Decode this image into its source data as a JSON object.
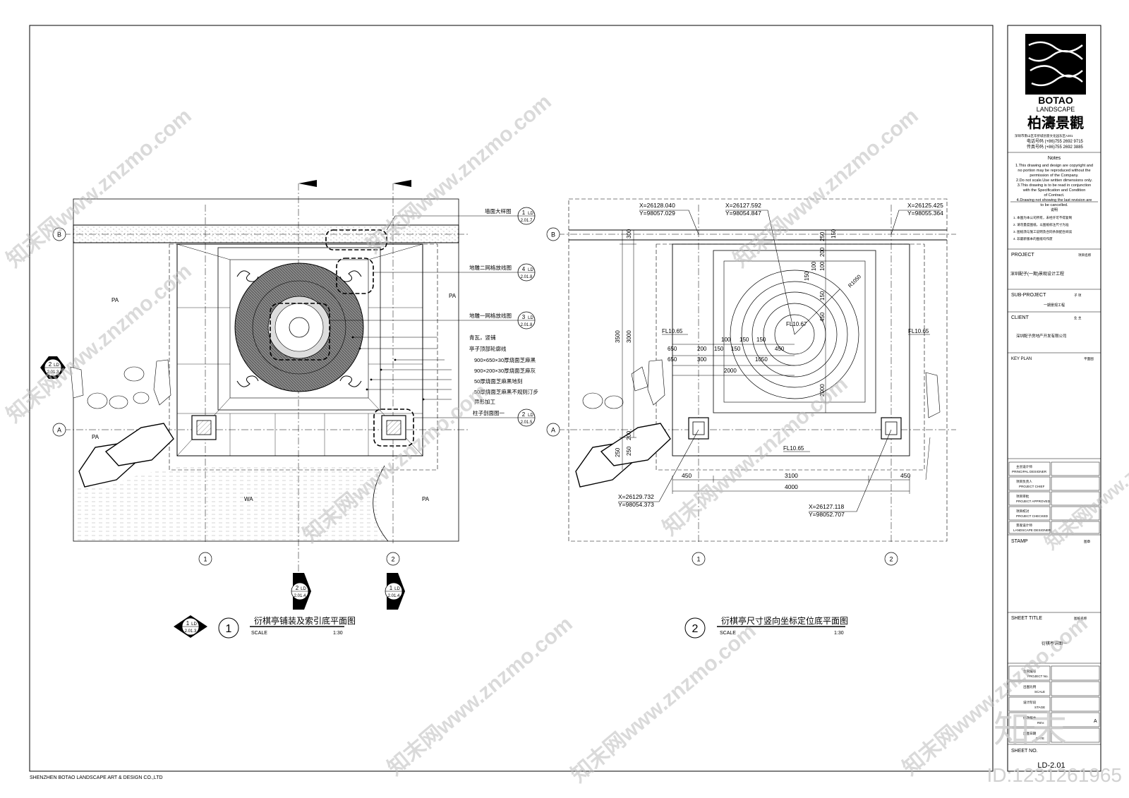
{
  "company_footer": "SHENZHEN BOTAO LANDSCAPE  ART & DESIGN CO.,LTD",
  "watermark": {
    "text": "知末网www.znzmo.com",
    "id_text": "ID:1231261965",
    "brand_glyphs": "知末"
  },
  "logo": {
    "line1": "BOTAO",
    "line2": "LANDSCAPE",
    "cn": "柏濤景觀",
    "address": "深圳市南山区华侨城创意文化园东区A301",
    "tel": "电话号码 (+86)755 2692 9715",
    "fax": "传真号码 (+86)755 2692 3885"
  },
  "notes": {
    "title": "Notes",
    "lines": [
      "1.This drawing and design are copyright and",
      "no portion may be reproduced without the",
      "permission of the Company.",
      "2.Do not scale.Use written dimensions only.",
      "3.This drawing is to be read in conjunction",
      "with the Specification and Condition",
      "of Contract.",
      "4.Drawing not showing the last revision are",
      "to be cancelled."
    ],
    "cn_title": "说明",
    "cn_lines": [
      "1. 本图为本公司所有，未经许可不得复制",
      "2. 请勿量度图纸，以图纸标注尺寸为准",
      "3. 图纸须与施工说明及合同条款配合阅读",
      "4. 非最新版本的图纸均作废"
    ]
  },
  "title_block": {
    "project_label": "PROJECT",
    "project_cn_label": "项目名称",
    "project_value": "深圳配子(一期)景观设计工程",
    "subproject_label": "SUB-PROJECT",
    "subproject_cn_label": "子 项",
    "subproject_value": "一期景观工程",
    "client_label": "CLIENT",
    "client_cn_label": "业 主",
    "client_value": "深圳配子房地产开发有限公司",
    "keyplan_label": "KEY PLAN",
    "keyplan_cn_label": "平面图",
    "signoffs": [
      {
        "cn": "主创设计师",
        "en": "PRINCIPAL DESIGNER"
      },
      {
        "cn": "项目负责人",
        "en": "PROJECT CHIEF"
      },
      {
        "cn": "项目审批",
        "en": "PROJECT APPROVED"
      },
      {
        "cn": "项目校对",
        "en": "PROJECT CHECKED"
      },
      {
        "cn": "景观设计师",
        "en": "LANDSCAPE DESIGNER"
      }
    ],
    "stamp_label": "STAMP",
    "stamp_cn_label": "图章",
    "sheet_title_label": "SHEET TITLE",
    "sheet_title_cn_label": "图纸名称",
    "sheet_title_value": "衍棋亭详图一",
    "info_rows": [
      {
        "cn": "合同编号",
        "en": "PROJECT No.",
        "value": ""
      },
      {
        "cn": "出图比例",
        "en": "SCALE",
        "value": ""
      },
      {
        "cn": "设计阶段",
        "en": "STAGE",
        "value": ""
      },
      {
        "cn": "修改版本",
        "en": "REV.",
        "value": "A"
      },
      {
        "cn": "出图日期",
        "en": "DATE",
        "value": ""
      }
    ],
    "sheet_no_label": "SHEET NO.",
    "sheet_no_value": "LD-2.01"
  },
  "plan1": {
    "grid_b": "B",
    "grid_a": "A",
    "grid_1": "1",
    "grid_2": "2",
    "zone_pa_1": "PA",
    "zone_pa_2": "PA",
    "zone_pa_3": "PA",
    "zone_wa": "WA",
    "callouts": [
      {
        "text": "墙面大样图",
        "num": "1",
        "sheet": "2.01.7"
      },
      {
        "text": "地雕二网格放线图",
        "num": "4",
        "sheet": "2.01.8"
      },
      {
        "text": "地雕一网格放线图",
        "num": "3",
        "sheet": "2.01.8"
      },
      {
        "text": "柱子剖面图一",
        "num": "2",
        "sheet": "2.01.5"
      }
    ],
    "material_labels": [
      "青瓦，竖铺",
      "亭子顶部轮廓线",
      "900×650×30厚烧面芝麻黑",
      "900×200×30厚烧面芝麻灰",
      "50厚烧面芝麻黑地刻",
      "50厚烧面芝麻黑不规则汀步",
      "异形加工"
    ],
    "section_left": {
      "num": "2",
      "sheet": "2.01.3"
    },
    "section_bottom_1": {
      "num": "2",
      "sheet": "2.01.4"
    },
    "section_bottom_2": {
      "num": "1",
      "sheet": "2.01.4"
    },
    "section_title_ref": {
      "num": "1",
      "sheet": "2.01.3"
    },
    "ld": "LD",
    "title_num": "1",
    "title": "衍棋亭铺装及索引底平面图",
    "scale_label": "SCALE",
    "scale_value": "1:30"
  },
  "plan2": {
    "grid_b": "B",
    "grid_a": "A",
    "grid_1": "1",
    "grid_2": "2",
    "coords": [
      {
        "x": "X=26128.040",
        "y": "Y=98057.029"
      },
      {
        "x": "X=26127.592",
        "y": "Y=98054.847"
      },
      {
        "x": "X=26125.425",
        "y": "Y=98055.364"
      },
      {
        "x": "X=26129.732",
        "y": "Y=98054.373"
      },
      {
        "x": "X=26127.118",
        "y": "Y=98052.707"
      }
    ],
    "levels": [
      "FL10.65",
      "FL10.67",
      "FL10.65",
      "FL10.65"
    ],
    "radius": "R1050",
    "dims_vertical_left": [
      "300",
      "3500",
      "3000",
      "250",
      "200",
      "250"
    ],
    "dims_vertical_mid": [
      "150",
      "250",
      "200",
      "100",
      "100",
      "150",
      "150",
      "450",
      "2000"
    ],
    "dims_h_row1": [
      "100",
      "150",
      "150"
    ],
    "dims_h_row2": [
      "650",
      "200",
      "150",
      "150",
      "450"
    ],
    "dims_h_row3": [
      "650",
      "300",
      "1050"
    ],
    "dims_h_row4": [
      "2000"
    ],
    "dims_bottom_row1": [
      "450",
      "3100",
      "450"
    ],
    "dims_bottom_row2": [
      "4000"
    ],
    "title_num": "2",
    "title": "衍棋亭尺寸竖向坐标定位底平面图",
    "scale_label": "SCALE",
    "scale_value": "1:30"
  }
}
